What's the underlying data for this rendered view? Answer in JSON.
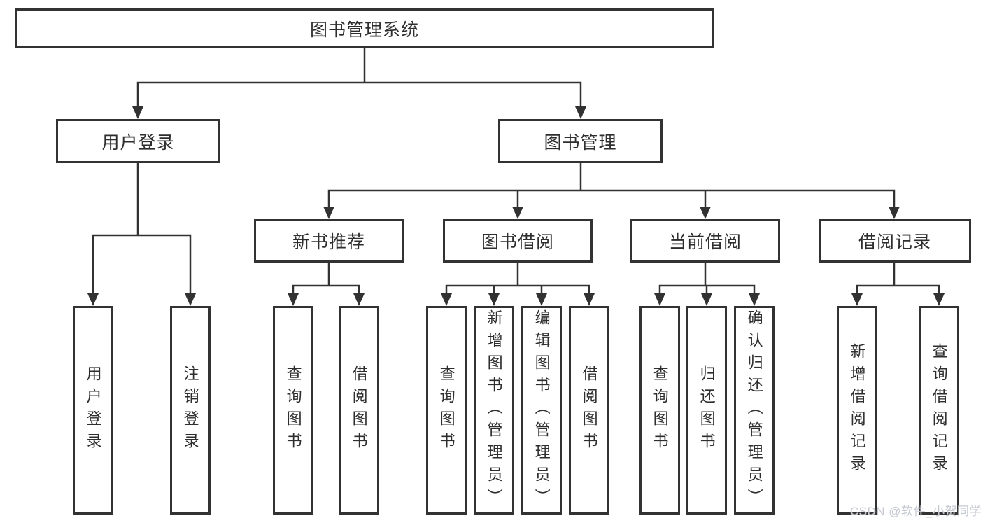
{
  "diagram": {
    "root": "图书管理系统",
    "level2": [
      "用户登录",
      "图书管理"
    ],
    "level3": [
      "新书推荐",
      "图书借阅",
      "当前借阅",
      "借阅记录"
    ],
    "leaves": [
      "用户登录",
      "注销登录",
      "查询图书",
      "借阅图书",
      "查询图书",
      "新增图书（管理员）",
      "编辑图书（管理员）",
      "借阅图书",
      "查询图书",
      "归还图书",
      "确认归还（管理员）",
      "新增借阅记录",
      "查询借阅记录"
    ]
  },
  "watermark": "CSDN @软件_小贺同学",
  "colors": {
    "line": "#323232",
    "box_border": "#323232",
    "text": "#2e2e2e",
    "background": "#ffffff",
    "watermark": "#c6c9d2"
  }
}
